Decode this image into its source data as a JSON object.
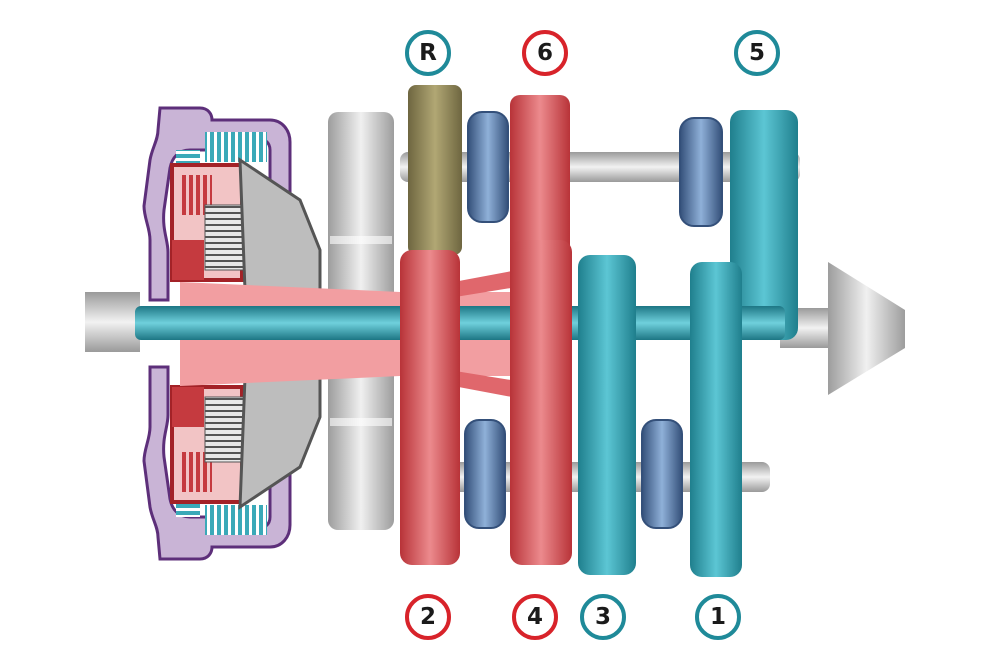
{
  "gear_labels": {
    "reverse": "R",
    "sixth": "6",
    "fifth": "5",
    "second": "2",
    "fourth": "4",
    "third": "3",
    "first": "1"
  },
  "colors": {
    "odd_gear_ring": "#1f8a99",
    "even_gear_ring": "#d8232a",
    "odd_gear_set": "#3fb3c4",
    "even_gear_set": "#e0676c",
    "reverse_gear": "#8f865a",
    "synchronizer": "#4f75a8",
    "clutch_housing": "#8a6a9e",
    "idler": "#d2d2d2"
  }
}
